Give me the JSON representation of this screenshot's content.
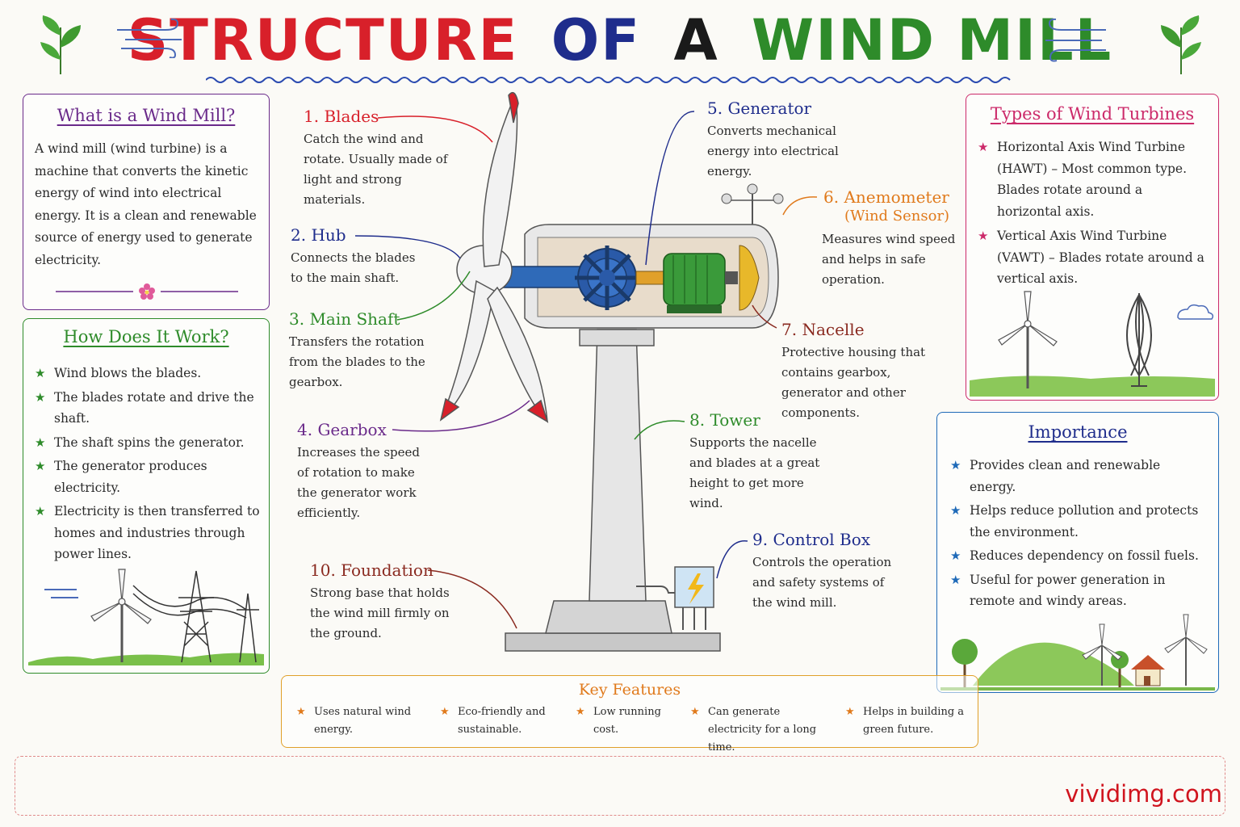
{
  "title": {
    "word1": "STRUCTURE",
    "word2": "OF",
    "word3": "A",
    "word4": "WIND MILL"
  },
  "colors": {
    "red": "#d8202a",
    "blue": "#1f2d8c",
    "green": "#2e8b2a",
    "purple": "#6a2a8a",
    "orange": "#e07a1c",
    "pink": "#cc2a6a",
    "brown": "#8a2a20"
  },
  "what": {
    "heading": "What is a Wind Mill?",
    "text": "A wind mill (wind turbine) is a machine that converts the kinetic energy of wind into electrical energy. It is a clean and renewable source of energy used to generate electricity."
  },
  "how": {
    "heading": "How Does It Work?",
    "items": [
      "Wind blows the blades.",
      "The blades rotate and drive the shaft.",
      "The shaft spins the generator.",
      "The generator produces electricity.",
      "Electricity is then transferred to homes and industries through power lines."
    ]
  },
  "types": {
    "heading": "Types of Wind Turbines",
    "items": [
      "Horizontal Axis Wind Turbine (HAWT) – Most common type. Blades rotate around a horizontal axis.",
      "Vertical Axis Wind Turbine (VAWT) – Blades rotate around a vertical axis."
    ]
  },
  "importance": {
    "heading": "Importance",
    "items": [
      "Provides clean and renewable energy.",
      "Helps reduce pollution and protects the environment.",
      "Reduces dependency on fossil fuels.",
      "Useful for power generation in remote and windy areas."
    ]
  },
  "parts": [
    {
      "title": "1. Blades",
      "desc": "Catch the wind and rotate. Usually made of light and strong materials."
    },
    {
      "title": "2. Hub",
      "desc": "Connects the blades to the main shaft."
    },
    {
      "title": "3. Main Shaft",
      "desc": "Transfers the rotation from the blades to the gearbox."
    },
    {
      "title": "4. Gearbox",
      "desc": "Increases the speed of rotation to make the generator work efficiently."
    },
    {
      "title": "5. Generator",
      "desc": "Converts mechanical energy into electrical energy."
    },
    {
      "title": "6. Anemometer",
      "subtitle": "(Wind Sensor)",
      "desc": "Measures wind speed and helps in safe operation."
    },
    {
      "title": "7. Nacelle",
      "desc": "Protective housing that contains gearbox, generator and other components."
    },
    {
      "title": "8. Tower",
      "desc": "Supports the nacelle and blades at a great height to get more wind."
    },
    {
      "title": "9. Control Box",
      "desc": "Controls the operation and safety systems of the wind mill."
    },
    {
      "title": "10. Foundation",
      "desc": "Strong base that holds the wind mill firmly on the ground."
    }
  ],
  "features": {
    "heading": "Key Features",
    "items": [
      "Uses natural wind energy.",
      "Eco-friendly and sustainable.",
      "Low running cost.",
      "Can generate electricity for a long time.",
      "Helps in building a green future."
    ]
  },
  "watermark": "vividimg.com"
}
